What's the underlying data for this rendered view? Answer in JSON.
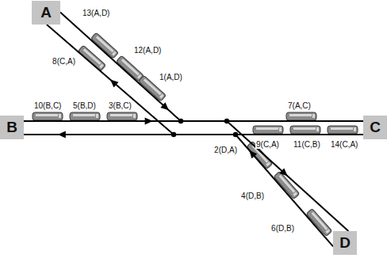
{
  "diagram": {
    "nodes": [
      {
        "text": [
          "A"
        ]
      },
      {
        "text": [
          "B"
        ]
      },
      {
        "text": [
          "C"
        ]
      },
      {
        "text": [
          "D"
        ]
      }
    ],
    "edges": [
      {
        "from": 1,
        "to": 2,
        "arrow": "to"
      },
      {
        "from": 2,
        "to": 1,
        "arrow": "to"
      },
      {
        "from": 0,
        "to": 3,
        "arrow": "to"
      },
      {
        "from": 3,
        "to": 0,
        "arrow": "to"
      }
    ],
    "labels": [
      "13(A,D)",
      "12(A,D)",
      "8(C,A)",
      "1(A,D)",
      "10(B,C)",
      "5(B,D)",
      "3(B,C)",
      "7(A,C)",
      "9(C,A)",
      "11(C,B)",
      "14(C,A)",
      "2(D,A)",
      "4(D,B)",
      "6(D,B)"
    ]
  }
}
